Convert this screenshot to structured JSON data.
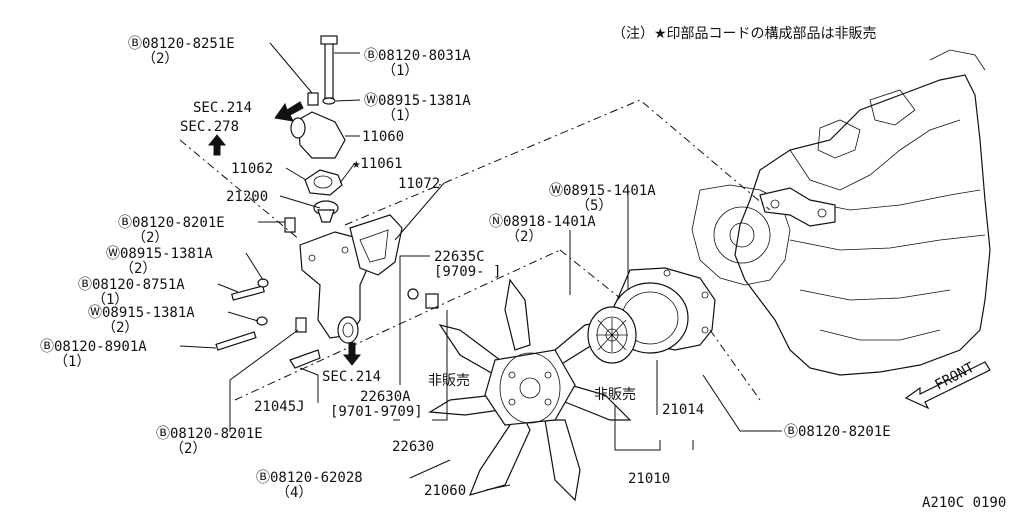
{
  "note": "（注）★印部品コードの構成部品は非販売",
  "diagram_id": "A210C 0190",
  "front_label": "FRONT",
  "labels": {
    "b_8251e": "Ⓑ08120-8251E",
    "b_8251e_q": "（2）",
    "b_8031a": "Ⓑ08120-8031A",
    "b_8031a_q": "（1）",
    "w_1381a_top": "Ⓦ08915-1381A",
    "w_1381a_top_q": "（1）",
    "sec214_top": "SEC.214",
    "sec278": "SEC.278",
    "p11060": "11060",
    "p11062": "11062",
    "p11061": "★11061",
    "p11072": "11072",
    "p21200": "21200",
    "b_8201e_a": "Ⓑ08120-8201E",
    "b_8201e_a_q": "（2）",
    "w_1381a_mid": "Ⓦ08915-1381A",
    "w_1381a_mid_q": "（2）",
    "b_8751a": "Ⓑ08120-8751A",
    "b_8751a_q": "（1）",
    "w_1381a_low": "Ⓦ08915-1381A",
    "w_1381a_low_q": "（2）",
    "b_8901a": "Ⓑ08120-8901A",
    "b_8901a_q": "（1）",
    "sec214_bot": "SEC.214",
    "p21045j": "21045J",
    "b_8201e_b": "Ⓑ08120-8201E",
    "b_8201e_b_q": "（2）",
    "p22635c": "22635C",
    "p22635c_date": "[9709-     ]",
    "hihanbai_1": "非販売",
    "p22630a": "22630A",
    "p22630a_date": "[9701-9709]",
    "p22630": "22630",
    "b_62028": "Ⓑ08120-62028",
    "b_62028_q": "（4）",
    "p21060": "21060",
    "w_1401a": "Ⓦ08915-1401A",
    "w_1401a_q": "（5）",
    "n_1401a": "Ⓝ08918-1401A",
    "n_1401a_q": "（2）",
    "hihanbai_2": "非販売",
    "p21014": "21014",
    "p21010": "21010",
    "b_8201e_c": "Ⓑ08120-8201E"
  }
}
